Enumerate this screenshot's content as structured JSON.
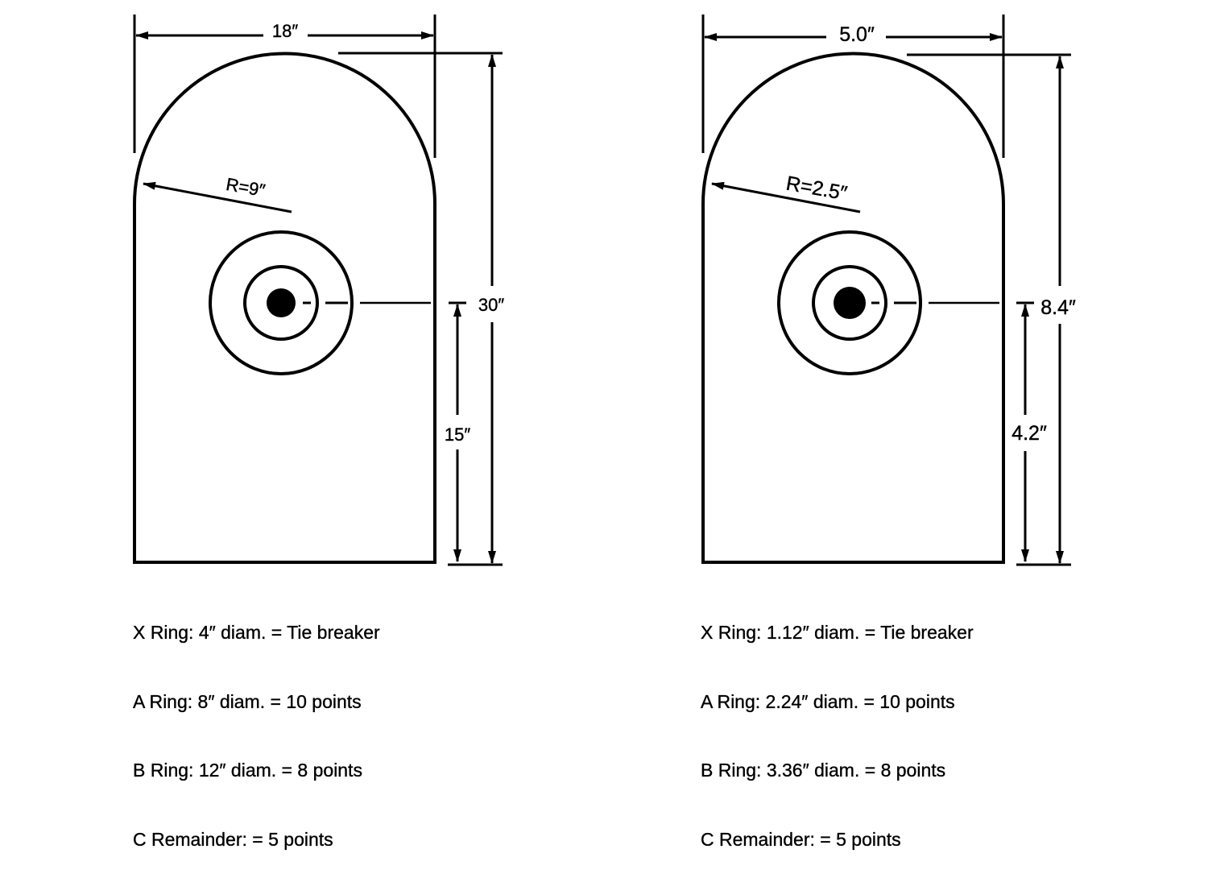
{
  "targets": [
    {
      "width_label": "18″",
      "height_label": "30″",
      "center_height_label": "15″",
      "radius_label": "R=9″",
      "legend": [
        "X Ring: 4″ diam. = Tie breaker",
        "A Ring: 8″ diam. = 10 points",
        "B Ring: 12″ diam. = 8 points",
        "C Remainder: = 5 points"
      ]
    },
    {
      "width_label": "5.0″",
      "height_label": "8.4″",
      "center_height_label": "4.2″",
      "radius_label": "R=2.5″",
      "legend": [
        "X Ring: 1.12″ diam. = Tie breaker",
        "A Ring: 2.24″ diam. = 10 points",
        "B Ring: 3.36″ diam. = 8 points",
        "C Remainder: = 5 points"
      ]
    }
  ]
}
